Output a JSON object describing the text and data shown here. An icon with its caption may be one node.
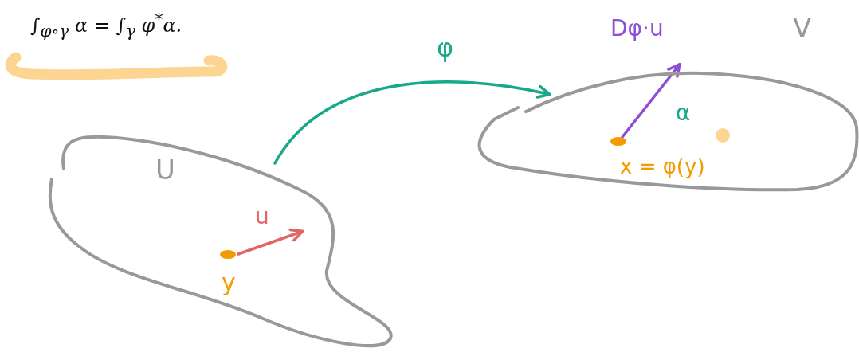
{
  "diagram": {
    "nodes": [
      {
        "text": [
          "U"
        ]
      },
      {
        "text": [
          "V"
        ]
      },
      {
        "text": [
          "y"
        ],
        "in": 0
      },
      {
        "text": [
          "x = φ(y)"
        ],
        "in": 1
      },
      {
        "text": [],
        "shape": "circle",
        "in": 1
      }
    ],
    "edges": [
      {
        "from": 0,
        "to": 1,
        "arrow": "to",
        "label": "φ",
        "color": "#17a98a"
      },
      {
        "from": 2,
        "to": null,
        "arrow": "to",
        "label": "u",
        "color": "#e06666"
      },
      {
        "from": 3,
        "to": null,
        "arrow": "to",
        "label": "Dφ·u",
        "color": "#8e4fd6"
      }
    ],
    "labels": [
      "∫$_{φ∘γ}$ α = ∫$_{γ}$ φ$^{*}$α.",
      "α"
    ]
  }
}
